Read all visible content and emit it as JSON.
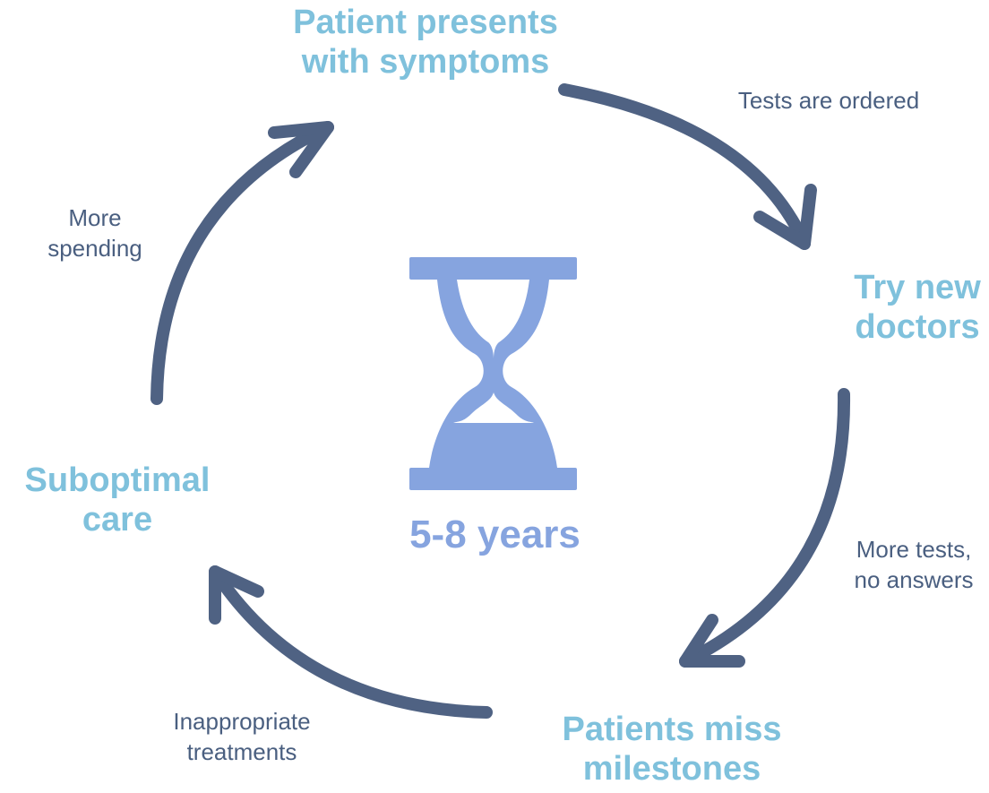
{
  "cycle": {
    "stages": [
      {
        "id": "presents",
        "lines": [
          "Patient presents",
          "with symptoms"
        ]
      },
      {
        "id": "doctors",
        "lines": [
          "Try new",
          "doctors"
        ]
      },
      {
        "id": "milestones",
        "lines": [
          "Patients miss",
          "milestones"
        ]
      },
      {
        "id": "care",
        "lines": [
          "Suboptimal",
          "care"
        ]
      }
    ],
    "transitions": [
      {
        "from": "presents",
        "to": "doctors",
        "lines": [
          "Tests are ordered"
        ]
      },
      {
        "from": "doctors",
        "to": "milestones",
        "lines": [
          "More tests,",
          "no answers"
        ]
      },
      {
        "from": "milestones",
        "to": "care",
        "lines": [
          "Inappropriate",
          "treatments"
        ]
      },
      {
        "from": "care",
        "to": "presents",
        "lines": [
          "More",
          "spending"
        ]
      }
    ]
  },
  "center": {
    "icon": "hourglass-icon",
    "label": "5-8 years"
  },
  "colors": {
    "stage_text": "#7fc1dc",
    "edge_text": "#4a5f80",
    "arrow": "#4f6283",
    "hourglass": "#86a4df",
    "center_text": "#86a4df",
    "background": "#ffffff"
  }
}
